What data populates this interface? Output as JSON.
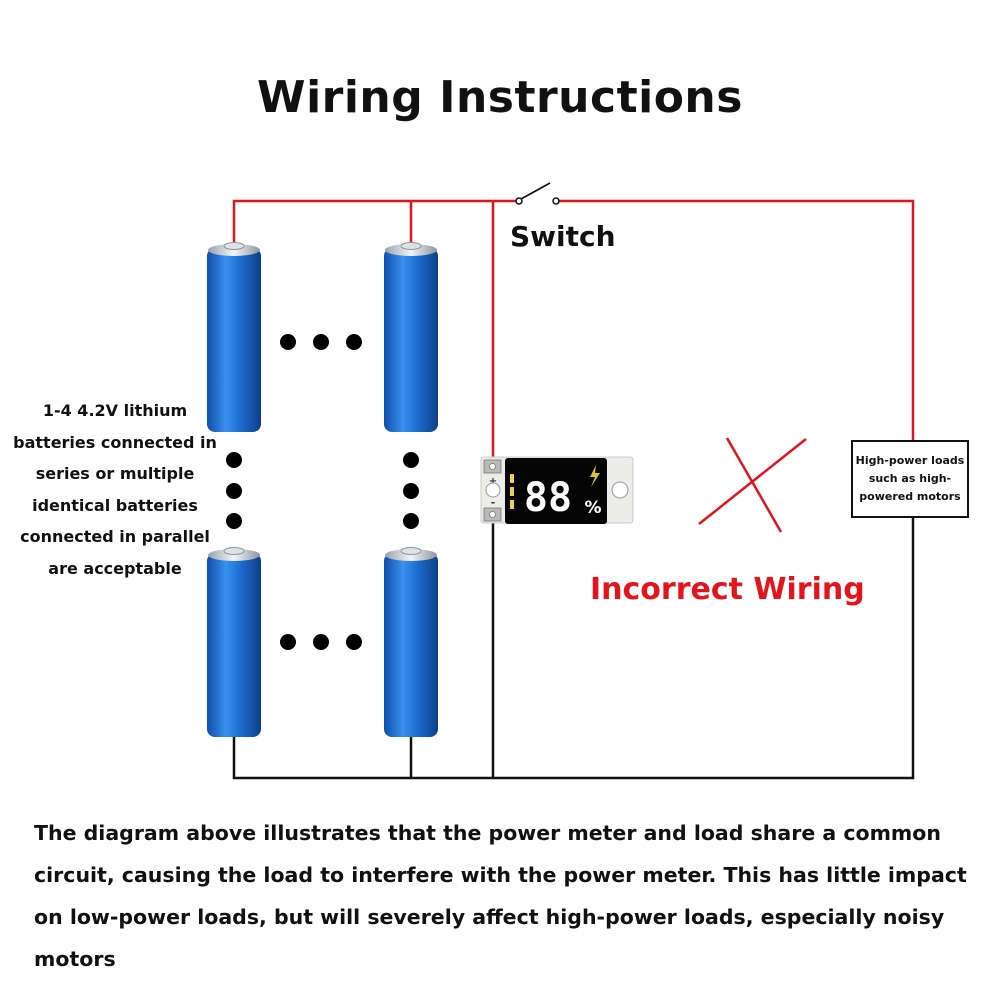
{
  "title": "Wiring Instructions",
  "switch_label": "Switch",
  "battery_note": "1-4 4.2V lithium batteries connected in series or multiple identical batteries connected in parallel are acceptable",
  "incorrect_label": "Incorrect Wiring",
  "load_label": "High-power loads such as high-powered motors",
  "caption": "The diagram above illustrates that the power meter and load share a common circuit, causing the load to interfere with the power meter. This has little impact on low-power loads, but will severely affect high-power loads, especially noisy motors",
  "meter": {
    "display": "88",
    "unit": "%",
    "plus": "+",
    "minus": "-"
  },
  "colors": {
    "wire_positive": "#e3141b",
    "wire_negative": "#111111",
    "battery": "#1f6fd1",
    "incorrect": "#e3141b",
    "cross": "#e3141b"
  }
}
